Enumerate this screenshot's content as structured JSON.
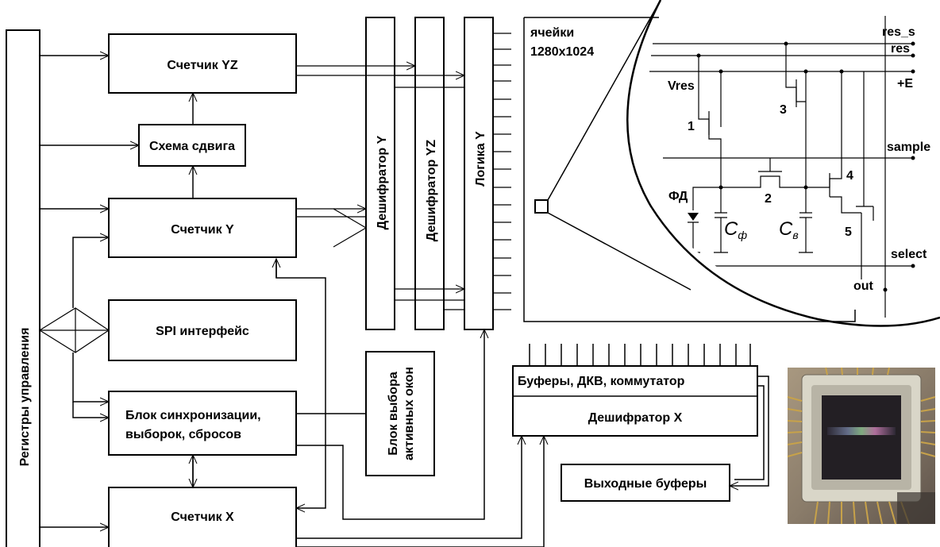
{
  "blocks": {
    "registers": "Регистры управления",
    "counter_yz": "Счетчик YZ",
    "shift": "Схема сдвига",
    "counter_y": "Счетчик Y",
    "spi": "SPI интерфейс",
    "sync_line1": "Блок синхронизации,",
    "sync_line2": "выборок, сбросов",
    "counter_x": "Счетчик X",
    "decoder_y": "Дешифратор Y",
    "decoder_yz": "Дешифратор YZ",
    "logic_y": "Логика Y",
    "active_window_line1": "Блок выбора",
    "active_window_line2": "активных окон",
    "buffers": "Буферы, ДКВ, коммутатор",
    "decoder_x": "Дешифратор X",
    "output_buffers": "Выходные буферы",
    "cells_line1": "ячейки",
    "cells_line2": "1280x1024"
  },
  "circuit": {
    "res_s": "res_s",
    "res": "res",
    "plus_e": "+E",
    "vres": "Vres",
    "sample": "sample",
    "select": "select",
    "out": "out",
    "fd": "ФД",
    "t1": "1",
    "t2": "2",
    "t3": "3",
    "t4": "4",
    "t5": "5",
    "c_main": "C",
    "cf_sub": "ф",
    "cv_sub": "в"
  }
}
